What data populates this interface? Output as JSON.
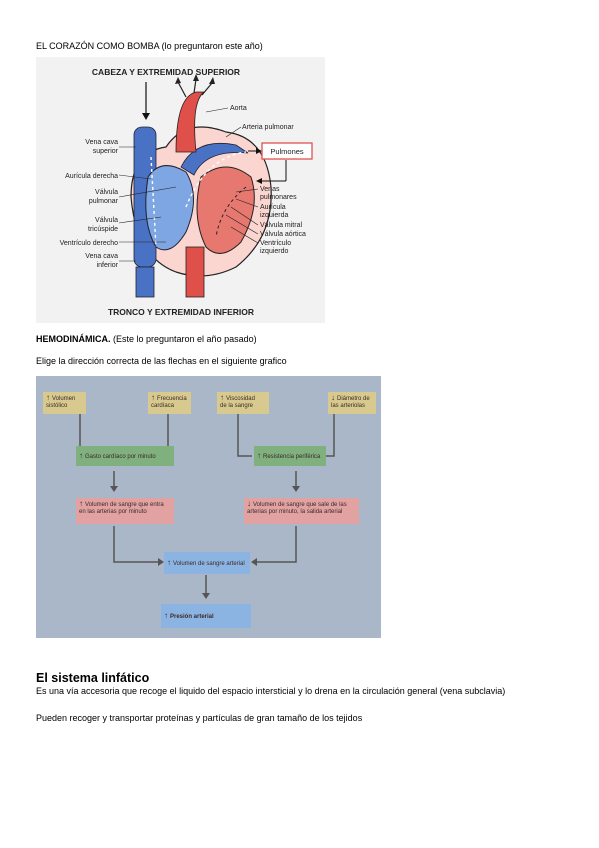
{
  "heading1": "EL CORAZÓN COMO BOMBA (lo preguntaron este año)",
  "heart": {
    "top_label": "CABEZA Y EXTREMIDAD SUPERIOR",
    "bottom_label": "TRONCO Y EXTREMIDAD INFERIOR",
    "aorta": "Aorta",
    "arteria_pulmonar": "Arteria pulmonar",
    "pulmones": "Pulmones",
    "vena_cava_superior_1": "Vena cava",
    "vena_cava_superior_2": "superior",
    "auricula_derecha": "Aurícula derecha",
    "valvula_pulmonar_1": "Válvula",
    "valvula_pulmonar_2": "pulmonar",
    "valvula_tricuspide_1": "Válvula",
    "valvula_tricuspide_2": "tricúspide",
    "ventriculo_derecho": "Ventrículo derecho",
    "vena_cava_inferior_1": "Vena cava",
    "vena_cava_inferior_2": "inferior",
    "venas_pulmonares_1": "Venas",
    "venas_pulmonares_2": "pulmonares",
    "auricula_izquierda_1": "Aurícula",
    "auricula_izquierda_2": "izquierda",
    "valvula_mitral": "Válvula mitral",
    "valvula_aortica": "Válvula aórtica",
    "ventriculo_izquierdo_1": "Ventrículo",
    "ventriculo_izquierdo_2": "izquierdo"
  },
  "heading2_bold": "HEMODINÁMICA.",
  "heading2_rest": " (Este lo preguntaron el año pasado)",
  "instruction": "Elige la dirección correcta de las flechas en el siguiente grafico",
  "hemo": {
    "volumen_sistolico_1": "Volumen",
    "volumen_sistolico_2": "sistólico",
    "frecuencia_cardiaca_1": "Frecuencia",
    "frecuencia_cardiaca_2": "cardíaca",
    "viscosidad_1": "Viscosidad",
    "viscosidad_2": "de la sangre",
    "diametro_1": "Diámetro de",
    "diametro_2": "las arteriolas",
    "gasto_cardiaco": "Gasto cardíaco por minuto",
    "resistencia": "Resistencia periférica",
    "vol_entra_1": "Volumen de sangre que entra",
    "vol_entra_2": "en las arterias por minuto",
    "vol_sale_1": "Volumen de sangre que sale de las",
    "vol_sale_2": "arterias por minuto, la salida arterial",
    "vol_arterial": "Volumen de sangre arterial",
    "presion_arterial": "Presión arterial"
  },
  "section_title": "El sistema linfático",
  "paragraph1": "Es una vía accesoria que recoge el liquido del espacio intersticial y lo drena en la circulación general (vena subclavia)",
  "paragraph2": "Pueden recoger y transportar proteínas y partículas de gran tamaño de los tejidos",
  "colors": {
    "blue_vessel": "#4a72c4",
    "red_vessel": "#e0504a",
    "label_box": "#e05050"
  }
}
